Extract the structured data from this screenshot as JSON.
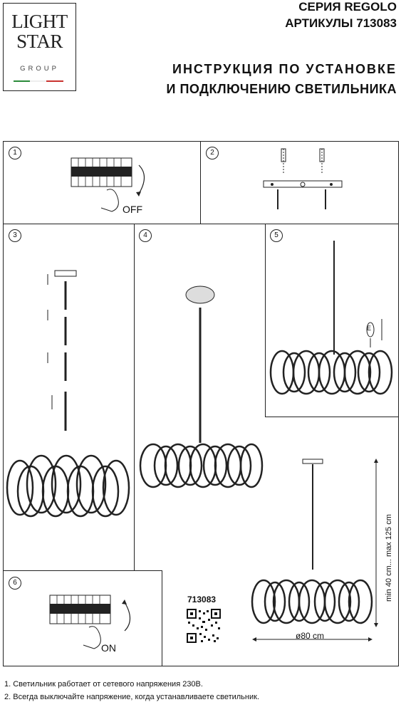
{
  "brand": {
    "line1": "LIGHT",
    "line2": "STAR",
    "line3": "GROUP"
  },
  "header": {
    "series": "СЕРИЯ REGOLO",
    "articles": "АРТИКУЛЫ 713083",
    "instruction_line1": "ИНСТРУКЦИЯ ПО УСТАНОВКЕ",
    "instruction_line2": "И ПОДКЛЮЧЕНИЮ СВЕТИЛЬНИКА"
  },
  "steps": [
    "1",
    "2",
    "3",
    "4",
    "5",
    "6"
  ],
  "labels": {
    "off": "OFF",
    "on": "ON",
    "article_code": "713083",
    "height_range": "min 40 cm... max 125 cm",
    "diameter": "ø80 cm",
    "bulb_letter": "E"
  },
  "notes": [
    "1. Светильник работает от сетевого напряжения 230В.",
    "2. Всегда выключайте напряжение, когда устанавливаете светильник."
  ]
}
